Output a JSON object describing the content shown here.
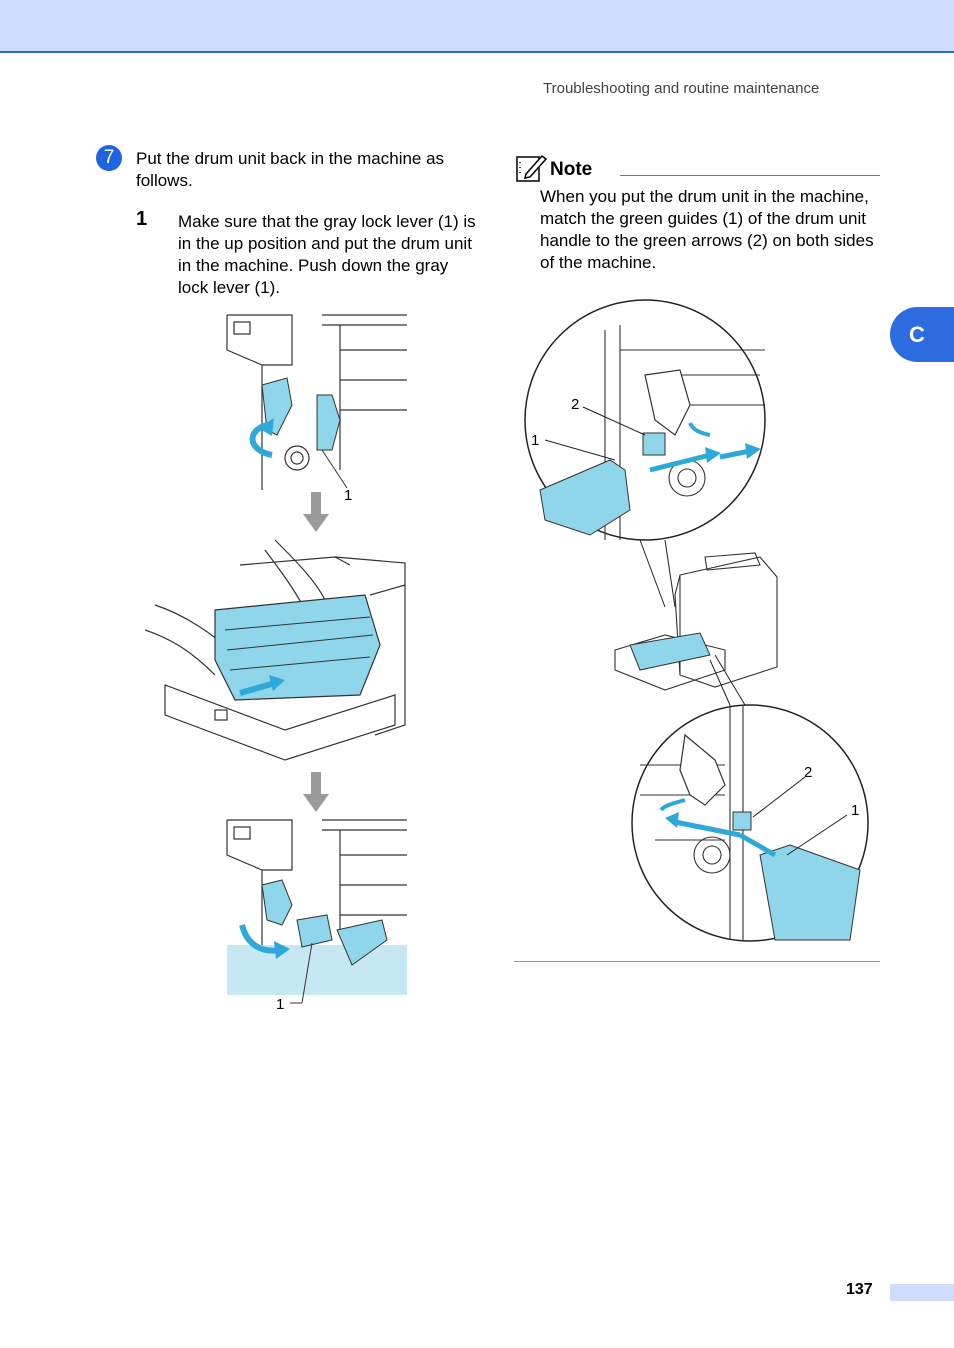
{
  "header": {
    "running_title": "Troubleshooting and routine maintenance"
  },
  "step": {
    "number": "7",
    "text": "Put the drum unit back in the machine as follows.",
    "substep": {
      "number": "1",
      "text": "Make sure that the gray lock lever (1) is in the up position and put the drum unit in the machine. Push down the gray lock lever (1)."
    }
  },
  "illustrations": {
    "top_callout": "1",
    "bottom_callout": "1",
    "note_callouts": {
      "guide": "1",
      "arrow": "2"
    }
  },
  "note": {
    "title": "Note",
    "text": "When you put the drum unit in the machine, match the green guides (1) of the drum unit handle to the green arrows (2) on both sides of the machine."
  },
  "side_tab": {
    "letter": "C"
  },
  "footer": {
    "page_number": "137"
  },
  "colors": {
    "accent": "#2d6cdf",
    "band": "#cfdcfb",
    "drum": "#8fd6ea"
  }
}
